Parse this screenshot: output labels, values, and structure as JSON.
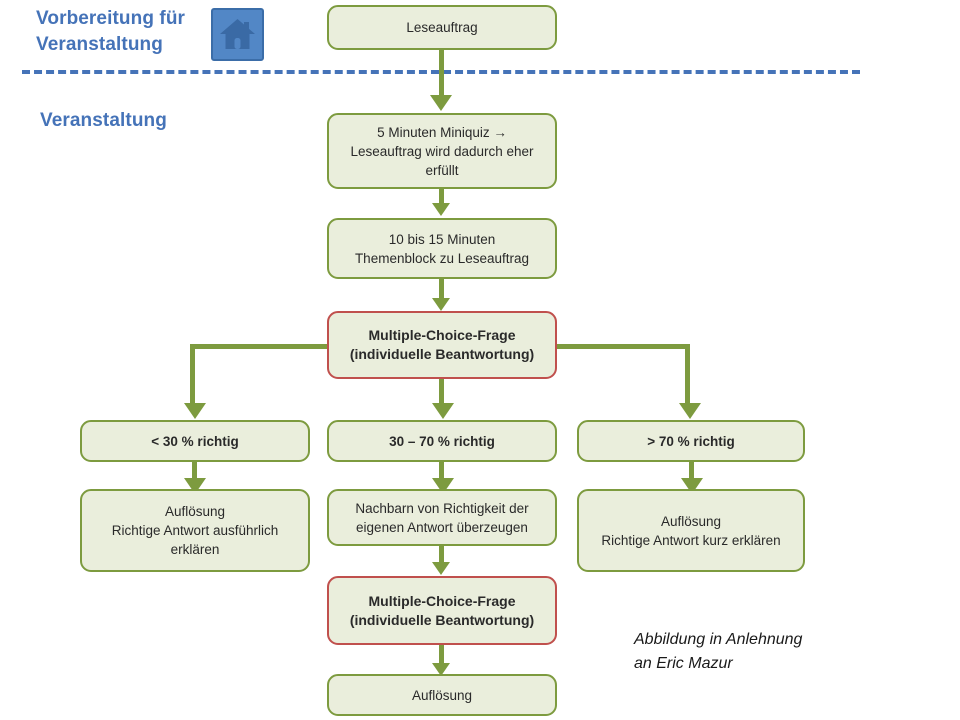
{
  "headings": {
    "preparation": "Vorbereitung für\nVeranstaltung",
    "event": "Veranstaltung"
  },
  "icons": {
    "house": "house-icon"
  },
  "colors": {
    "heading_blue": "#4573B8",
    "divider_blue": "#4573B8",
    "node_border_green": "#7D9B3F",
    "node_border_red": "#C0504D",
    "node_fill": "#EAEEDC",
    "connector_green": "#7D9B3F",
    "house_icon_blue": "#5287C6"
  },
  "nodes": {
    "leseauftrag": "Leseauftrag",
    "miniquiz": "5 Minuten Miniquiz →\nLeseauftrag wird dadurch eher\nerfüllt",
    "themenblock": "10 bis 15 Minuten\nThemenblock zu Leseauftrag",
    "mc_frage_1": "Multiple-Choice-Frage\n(individuelle Beantwortung)",
    "branch_low": "< 30 % richtig",
    "branch_mid": "30 – 70 % richtig",
    "branch_high": "> 70 % richtig",
    "result_low": "Auflösung\nRichtige Antwort ausführlich\nerklären",
    "result_mid": "Nachbarn von Richtigkeit der\neigenen Antwort überzeugen",
    "result_high": "Auflösung\nRichtige Antwort kurz erklären",
    "mc_frage_2": "Multiple-Choice-Frage\n(individuelle Beantwortung)",
    "aufloesung_final": "Auflösung"
  },
  "attribution": "Abbildung in Anlehnung\nan Eric Mazur"
}
